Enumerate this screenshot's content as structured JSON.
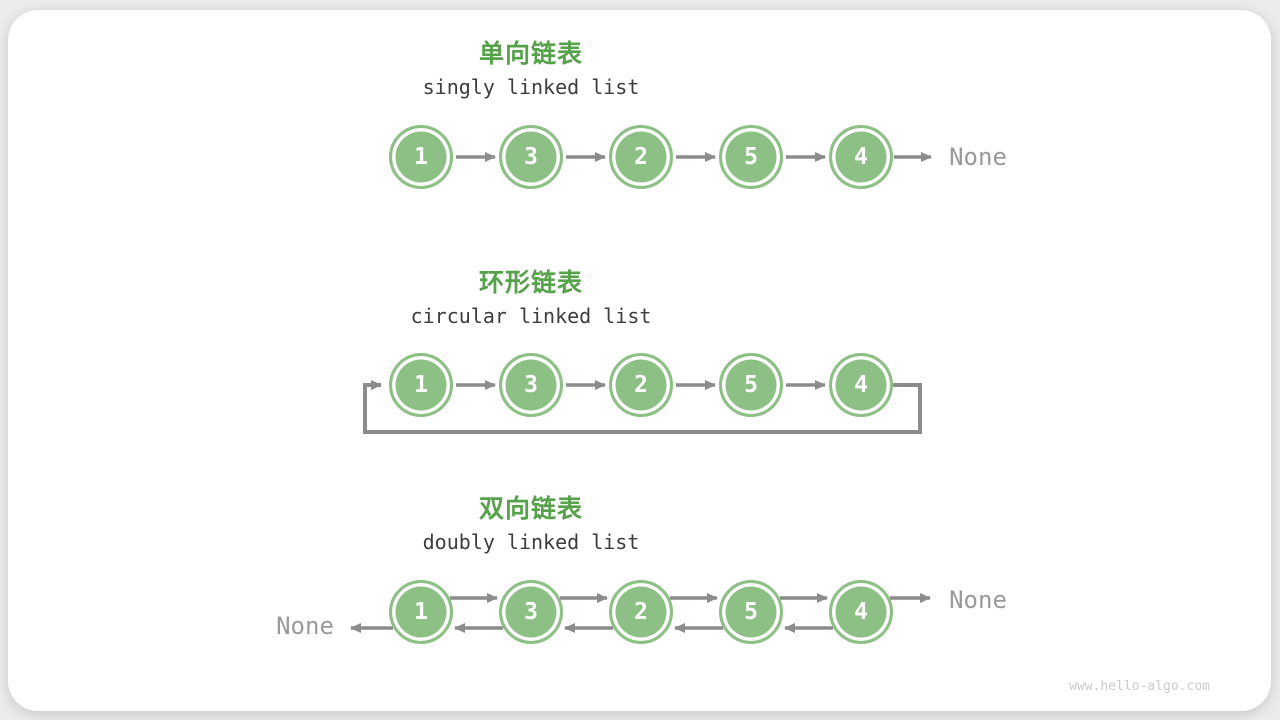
{
  "colors": {
    "node_green": "#8CC084",
    "title_green": "#56A24A",
    "arrow_gray": "#8C8C8C",
    "none_gray": "#9A9A9A",
    "subtitle_gray": "#3D3D3D",
    "card_background": "#FFFFFF",
    "page_background": "#ECECEC"
  },
  "sections": {
    "singly": {
      "title_zh": "单向链表",
      "title_en": "singly linked list",
      "nodes": [
        "1",
        "3",
        "2",
        "5",
        "4"
      ],
      "tail_label": "None"
    },
    "circular": {
      "title_zh": "环形链表",
      "title_en": "circular linked list",
      "nodes": [
        "1",
        "3",
        "2",
        "5",
        "4"
      ]
    },
    "doubly": {
      "title_zh": "双向链表",
      "title_en": "doubly linked list",
      "nodes": [
        "1",
        "3",
        "2",
        "5",
        "4"
      ],
      "head_label": "None",
      "tail_label": "None"
    }
  },
  "watermark": "www.hello-algo.com"
}
